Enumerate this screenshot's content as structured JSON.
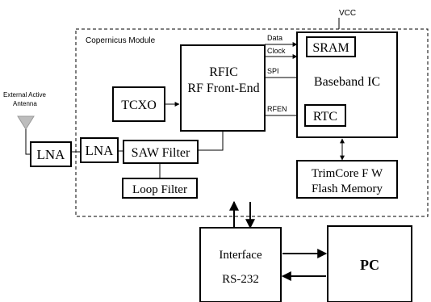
{
  "module": {
    "label": "Copernicus Module"
  },
  "vcc": {
    "label": "VCC"
  },
  "antenna": {
    "label_line1": "External Active",
    "label_line2": "Antenna"
  },
  "blocks": {
    "lna_external": "LNA",
    "lna_internal": "LNA",
    "saw_filter": "SAW Filter",
    "loop_filter": "Loop Filter",
    "tcxo": "TCXO",
    "rfic_line1": "RFIC",
    "rfic_line2": "RF Front-End",
    "sram": "SRAM",
    "baseband": "Baseband IC",
    "rtc": "RTC",
    "flash_line1": "TrimCore F  W",
    "flash_line2": "Flash Memory",
    "interface_line1": "Interface",
    "interface_line2": "RS-232",
    "pc": "PC"
  },
  "signals": {
    "data": "Data",
    "clock": "Clock",
    "spi": "SPI",
    "rfen": "RFEN"
  },
  "colors": {
    "antenna": "#bdbdbd",
    "line": "#000000"
  }
}
